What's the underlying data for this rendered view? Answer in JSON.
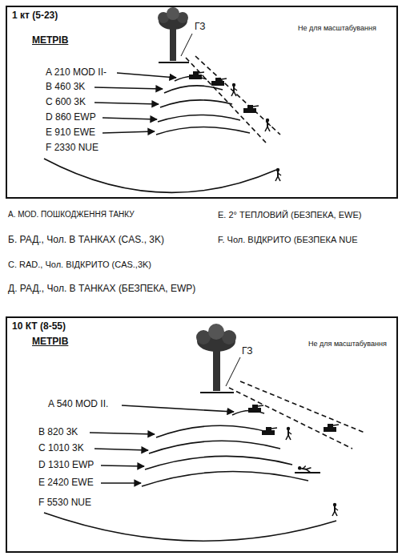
{
  "diagram": {
    "nodes": [
      {
        "text": [
          "1 кт (5-23)"
        ]
      },
      {
        "text": [
          "10 КТ (8-55)"
        ]
      }
    ],
    "labels": [
      "Не для масштабування",
      "МЕТРІВ",
      "ГЗ",
      "A 210 MOD II-",
      "B 460 3K",
      "C 600 3K",
      "D 860 EWP",
      "E 910 EWE",
      "F 2330 NUE",
      "A. MOD. ПОШКОДЖЕННЯ ТАНКУ",
      "E. 2° ТЕПЛОВИЙ (БЕЗПЕКА, EWE)",
      "Б. РАД., Чол. В ТАНКАХ (CAS., 3K)",
      "F. Чол. ВІДКРИТО (БЕЗПЕКА NUE",
      "C. RAD., Чол. ВІДКРИТО (CAS.,3K)",
      "Д. РАД., Чол. В ТАНКАХ (БЕЗПЕКА, EWP)",
      "Не для масштабування",
      "МЕТРІВ",
      "ГЗ",
      "A 540 MOD II.",
      "B 820 3K",
      "C 1010 3K",
      "D 1310 EWP",
      "E 2420 EWE",
      "F 5530 NUE"
    ]
  }
}
